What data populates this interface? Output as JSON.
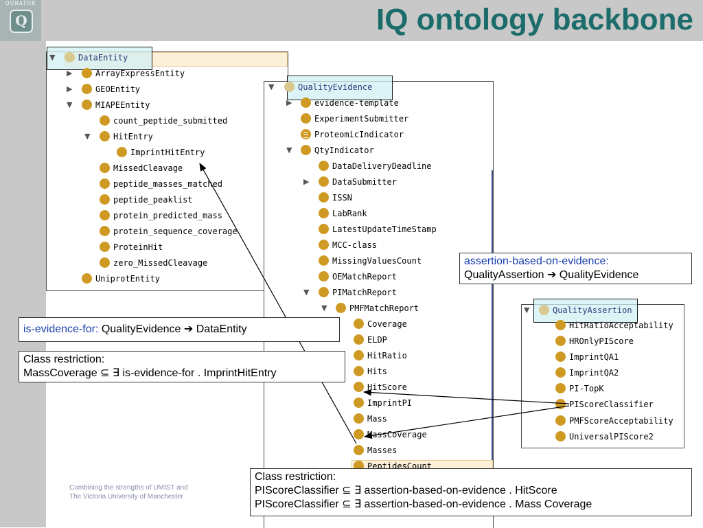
{
  "header": {
    "title": "IQ ontology backbone",
    "logo_text": "QURATOR",
    "logo_letter": "Q"
  },
  "data_entity_tree": {
    "root": "DataEntity",
    "items": [
      "ArrayExpressEntity",
      "GEOEntity",
      "MIAPEEntity",
      "count_peptide_submitted",
      "HitEntry",
      "ImprintHitEntry",
      "MissedCleavage",
      "peptide_masses_matched",
      "peptide_peaklist",
      "protein_predicted_mass",
      "protein_sequence_coverage",
      "ProteinHit",
      "zero_MissedCleavage",
      "UniprotEntity"
    ]
  },
  "quality_evidence_tree": {
    "root": "QualityEvidence",
    "items": [
      "evidence-template",
      "ExperimentSubmitter",
      "ProteomicIndicator",
      "QtyIndicator",
      "DataDeliveryDeadline",
      "DataSubmitter",
      "ISSN",
      "LabRank",
      "LatestUpdateTimeStamp",
      "MCC-class",
      "MissingValuesCount",
      "OEMatchReport",
      "PIMatchReport",
      "PMFMatchReport",
      "Coverage",
      "ELDP",
      "HitRatio",
      "Hits",
      "HitScore",
      "ImprintPI",
      "Mass",
      "MassCoverage",
      "Masses",
      "PeptidesCount"
    ]
  },
  "quality_assertion_tree": {
    "root": "QualityAssertion",
    "items": [
      "HitRatioAcceptability",
      "HROnlyPIScore",
      "ImprintQA1",
      "ImprintQA2",
      "PI-TopK",
      "PIScoreClassifier",
      "PMFScoreAcceptability",
      "UniversalPIScore2"
    ]
  },
  "callouts": {
    "assertion": {
      "keyword": "assertion-based-on-evidence:",
      "text": "QualityAssertion ➔ QualityEvidence"
    },
    "evidence_for": {
      "keyword": "is-evidence-for:",
      "text": " QualityEvidence ➔ DataEntity"
    },
    "restriction1": {
      "line1": "Class restriction:",
      "line2": "MassCoverage ⊆ ∃ is-evidence-for . ImprintHitEntry"
    },
    "restriction2": {
      "line1": "Class restriction:",
      "line2": "PIScoreClassifier ⊆ ∃ assertion-based-on-evidence . HitScore",
      "line3": "PIScoreClassifier ⊆ ∃ assertion-based-on-evidence . Mass Coverage"
    }
  },
  "footer": {
    "line1": "Combining the strengths of UMIST and",
    "line2": "The Victoria University of Manchester"
  },
  "colors": {
    "title": "#1b6c6a",
    "node_dot": "#cf9a23",
    "keyword": "#1a3fb0",
    "band": "#c8c8c8"
  }
}
